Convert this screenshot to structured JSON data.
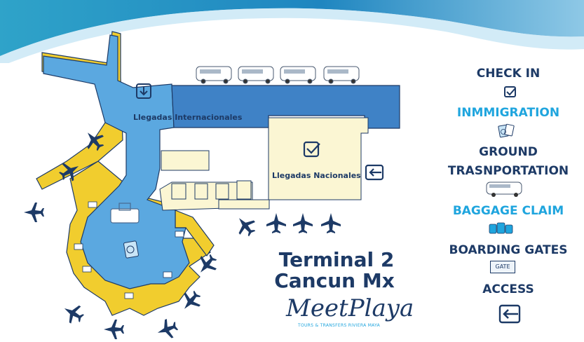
{
  "map": {
    "labels": {
      "international_arrivals": "Llegadas Internacionales",
      "national_arrivals": "Llegadas Nacionales"
    }
  },
  "title": {
    "line1": "Terminal 2",
    "line2": "Cancun Mx"
  },
  "brand": {
    "name": "MeetPlaya",
    "tagline": "TOURS & TRANSFERS RIVIERA MAYA"
  },
  "legend": {
    "check_in": {
      "label": "CHECK IN",
      "icon": "check-icon"
    },
    "immigration": {
      "label": "INMMIGRATION",
      "icon": "passport-icon"
    },
    "ground_transportation": {
      "line1": "GROUND",
      "line2": "TRASNPORTATION",
      "icon": "van-icon"
    },
    "baggage_claim": {
      "label": "BAGGAGE CLAIM",
      "icon": "luggage-icon"
    },
    "boarding_gates": {
      "label": "BOARDING GATES",
      "icon": "gate-icon",
      "icon_text": "GATE"
    },
    "access": {
      "label": "ACCESS",
      "icon": "access-arrow-icon"
    }
  },
  "colors": {
    "navy": "#1d3a66",
    "cyan": "#1fa5de",
    "terminal_blue": "#5ba8e0",
    "gate_yellow": "#f1cd2e",
    "national_cream": "#fbf6d3"
  }
}
